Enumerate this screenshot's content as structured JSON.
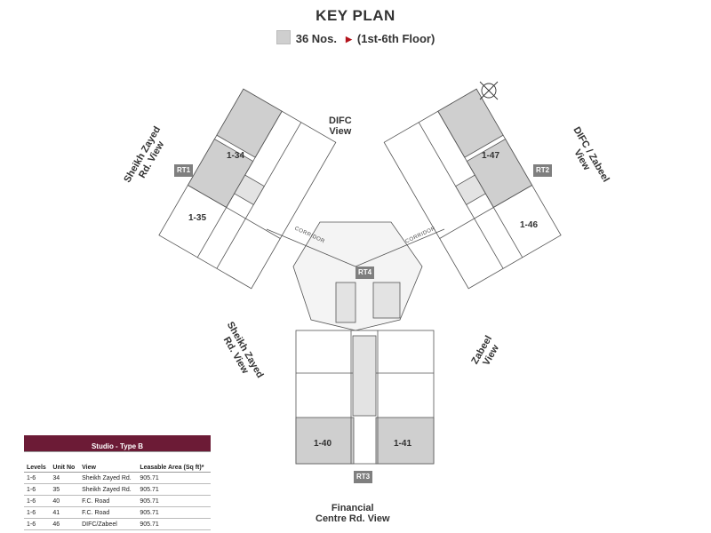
{
  "title": "KEY PLAN",
  "legend": {
    "count_text": "36 Nos.",
    "floors_text": "(1st-6th Floor)",
    "highlight_color": "#cfcfcf",
    "marker_color": "#b3121b"
  },
  "views": {
    "difc": [
      "DIFC",
      "View"
    ],
    "difc_zabeel": [
      "DIFC / Zabeel",
      "View"
    ],
    "sheikh_zayed_top": [
      "Sheikh Zayed",
      "Rd. View"
    ],
    "sheikh_zayed_mid": [
      "Sheikh Zayed",
      "Rd. View"
    ],
    "zabeel": [
      "Zabeel",
      "View"
    ],
    "financial": [
      "Financial",
      "Centre Rd. View"
    ]
  },
  "units": {
    "u134": "1-34",
    "u135": "1-35",
    "u147": "1-47",
    "u146": "1-46",
    "u140": "1-40",
    "u141": "1-41"
  },
  "tags": {
    "rt1": "RT1",
    "rt2": "RT2",
    "rt3": "RT3",
    "rt4": "RT4"
  },
  "corridor": "CORRIDOR",
  "table": {
    "caption": "Studio - Type B",
    "headers": [
      "Levels",
      "Unit No",
      "View",
      "Leasable Area (Sq ft)*"
    ],
    "rows": [
      [
        "1-6",
        "34",
        "Sheikh Zayed Rd.",
        "905.71"
      ],
      [
        "1-6",
        "35",
        "Sheikh Zayed Rd.",
        "905.71"
      ],
      [
        "1-6",
        "40",
        "F.C. Road",
        "905.71"
      ],
      [
        "1-6",
        "41",
        "F.C. Road",
        "905.71"
      ],
      [
        "1-6",
        "46",
        "DIFC/Zabeel",
        "905.71"
      ]
    ]
  }
}
